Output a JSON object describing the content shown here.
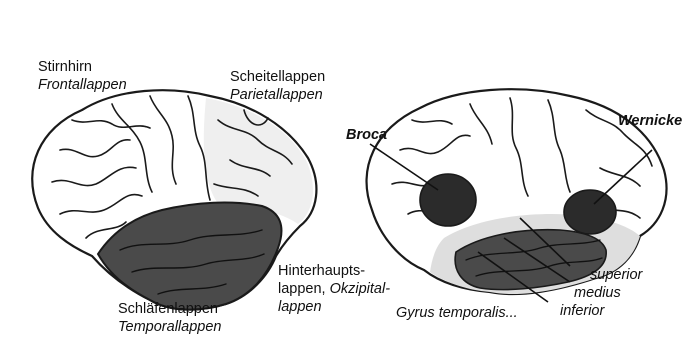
{
  "left_brain": {
    "frontal": {
      "line1": "Stirnhirn",
      "line2": "Frontallappen"
    },
    "parietal": {
      "line1": "Scheitellappen",
      "line2": "Parietallappen"
    },
    "temporal": {
      "line1": "Schläfenlappen",
      "line2": "Temporallappen"
    },
    "occipital": {
      "line1": "Hinterhaupts-",
      "line2a": "lappen, ",
      "line2b": "Okzipital-",
      "line3": "lappen"
    }
  },
  "right_brain": {
    "broca": "Broca",
    "wernicke": "Wernicke",
    "superior": "superior",
    "medius": "medius",
    "inferior": "inferior",
    "gyrus": "Gyrus temporalis..."
  },
  "colors": {
    "outline": "#1a1a1a",
    "temporal_fill": "#4a4a4a",
    "area_fill": "#2b2b2b",
    "gyrus_mid": "#6b6b6b",
    "light_gray": "#dedede"
  }
}
